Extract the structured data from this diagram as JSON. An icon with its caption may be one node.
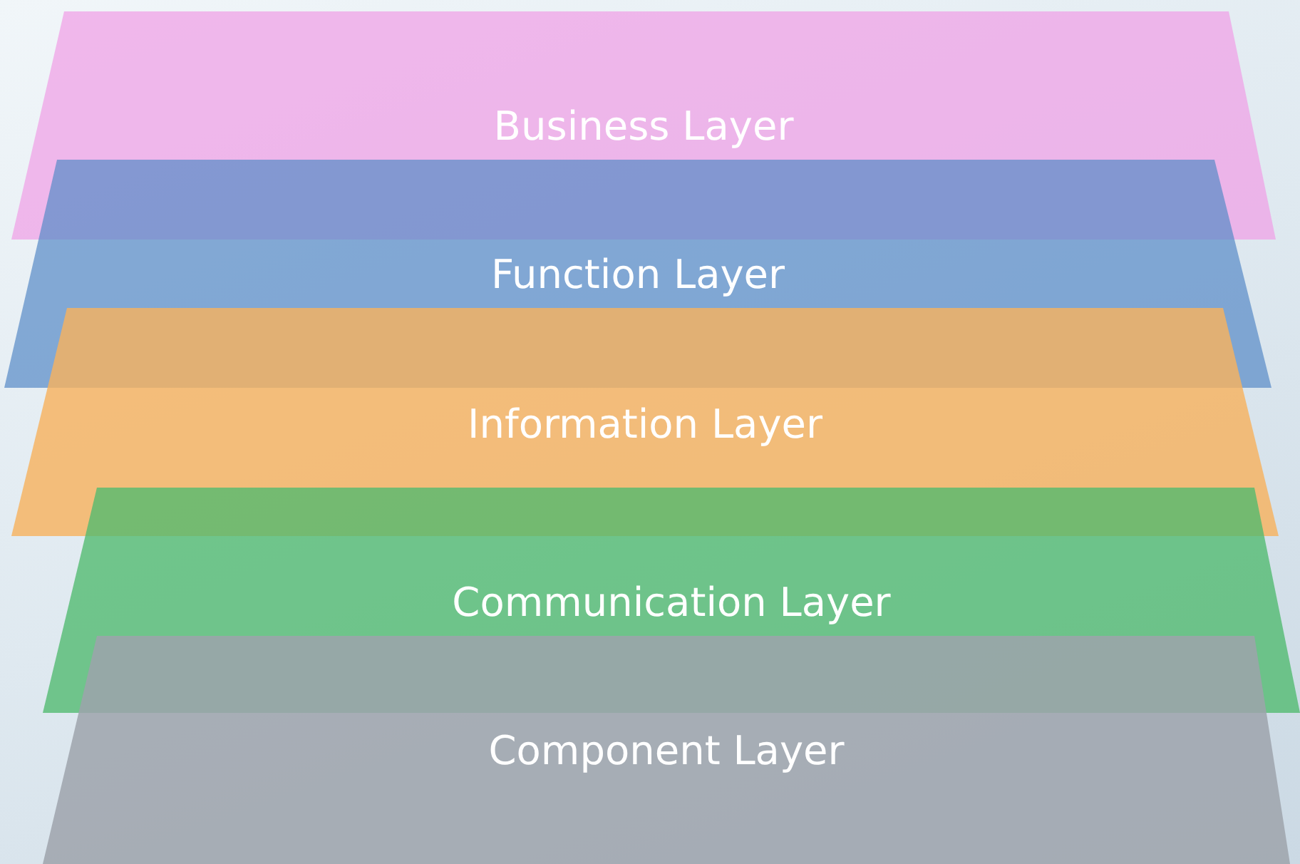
{
  "diagram": {
    "nodes": [
      {
        "text": [
          "Business Layer"
        ]
      },
      {
        "text": [
          "Function Layer"
        ]
      },
      {
        "text": [
          "Information Layer"
        ]
      },
      {
        "text": [
          "Communication Layer"
        ]
      },
      {
        "text": [
          "Component Layer"
        ]
      }
    ]
  }
}
